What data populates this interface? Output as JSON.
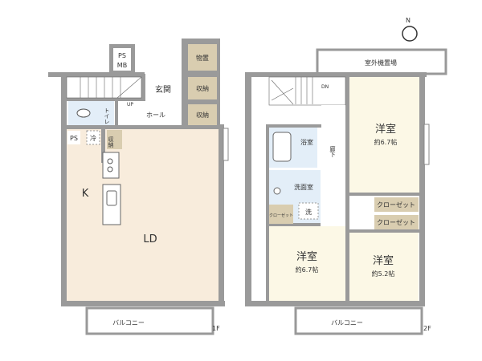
{
  "colors": {
    "living": "#f8ecdc",
    "bedroom": "#fcf8e6",
    "wet": "#e3eef8",
    "storage": "#d9cdb0",
    "wall": "#9a9a9a"
  },
  "compass": {
    "north_label": "N"
  },
  "floor1": {
    "floor_label": "1F",
    "rooms": {
      "ps_mb_1": "PS",
      "ps_mb_2": "MB",
      "storage_shed": "物置",
      "entrance": "玄関",
      "storage_1": "収納",
      "storage_2": "収納",
      "hall": "ホール",
      "toilet": "トイレ",
      "ps": "PS",
      "fridge": "冷",
      "storage_3": "収納",
      "kitchen": "K",
      "living_dining": "LD",
      "balcony": "バルコニー",
      "stairs_up": "UP"
    }
  },
  "floor2": {
    "floor_label": "2F",
    "rooms": {
      "outdoor_unit": "室外機置場",
      "stairs_down": "DN",
      "bath": "浴室",
      "corridor": "廊下",
      "washroom": "洗面室",
      "washer": "洗",
      "closet_small": "クローゼット",
      "closet_1": "クローゼット",
      "closet_2": "クローゼット",
      "bedroom_1": "洋室",
      "bedroom_1_size": "約6.7帖",
      "bedroom_2": "洋室",
      "bedroom_2_size": "約6.7帖",
      "bedroom_3": "洋室",
      "bedroom_3_size": "約5.2帖",
      "balcony": "バルコニー"
    }
  }
}
